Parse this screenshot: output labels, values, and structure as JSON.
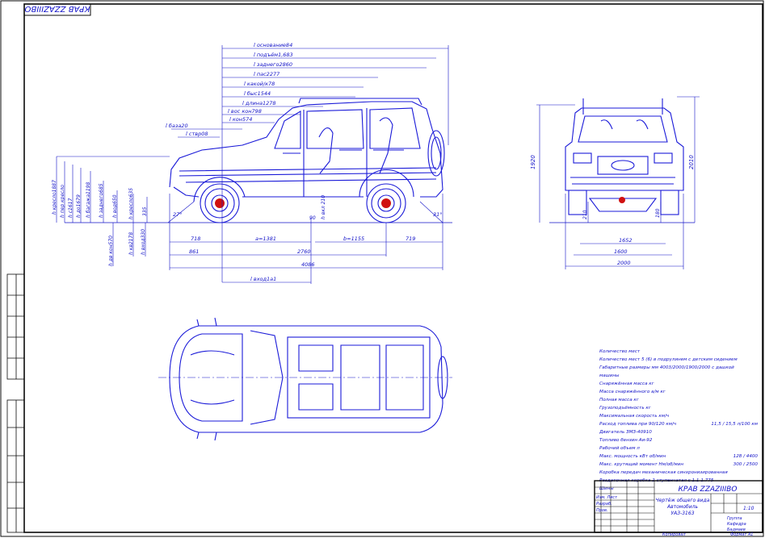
{
  "sheet": {
    "stamp_top": "КРАВ ZZAZIIIBO",
    "colors": {
      "drawing": "#1010c8",
      "frame": "#000000",
      "paper": "#ffffff"
    }
  },
  "side_view": {
    "overall_top": [
      "l основание84",
      "l подъём1,683",
      "l заднего2860",
      "l пас2277",
      "l какой/к78",
      "l быс1544",
      "l длина1278",
      "l вос кон798",
      "l кон574",
      "l база20",
      "l ствр08"
    ],
    "left_heights": [
      "h кресло1887",
      "h пер кресло",
      "h с1617",
      "h до1679",
      "h багажа1198",
      "h заднего685",
      "h вод650",
      "h кресло635",
      "335"
    ],
    "lower_left": [
      "h дв кон570",
      "h кв2178",
      "h вход330"
    ],
    "angles": [
      "27°",
      "31°"
    ],
    "clearances": [
      "90",
      "h вкл 210"
    ],
    "bottom_row1": [
      "718",
      "a=1381",
      "b=1155",
      "719"
    ],
    "bottom_row2": [
      "861",
      "2760"
    ],
    "overall_length": "4086",
    "bottom_extra": "l вход1а1"
  },
  "front_view": {
    "height_left": "1920",
    "height_right": "2010",
    "ground_left": "210",
    "ground_right": "180",
    "track_1": "1652",
    "track_2": "1600",
    "width": "2000"
  },
  "specs": {
    "lines": [
      "Количество мест",
      "Количество мест 5 (6) в подрулинем с детским сидением",
      "Габаритные размеры мм 4003/2000/1900/2000 с дашкой",
      "машины",
      "Снаряжённая масса кг",
      "Масса снаряжённого а/м кг",
      "Полная масса кг",
      "Грузоподъёмность кг",
      "Максимальная скорость км/ч",
      "Расход топлива при 90/120 км/ч",
      "Двигатель ЗМЗ-40910",
      "Топливо бензин Аи-92",
      "Рабочий объем л",
      "Макс. мощность кВт об/мин",
      "Макс. крутящий момент Нм/об/мин",
      "Коробка передач механическая синхронизированная",
      "Раздаточная коробка 2-ступенчатая с 1.1-1.775",
      "Шины"
    ],
    "values": [
      {
        "row": 9,
        "text": "11,5 / 15,5 л/100 км"
      },
      {
        "row": 13,
        "text": "128 / 4400"
      },
      {
        "row": 14,
        "text": "300 / 2500"
      }
    ]
  },
  "title_block": {
    "title": "КРАВ ZZAZIIIBO",
    "doc_name": [
      "Чертёж общего вида",
      "Автомобиль",
      "УАЗ-3163"
    ],
    "sheet_no": "1:10",
    "left_rows": [
      "Изм. Лист",
      "Разраб.",
      "Пров."
    ],
    "stamp": [
      "Группа",
      "Кафедра",
      "Бадмаев"
    ],
    "bottom_left": "Копировал",
    "bottom_right": "Формат А1"
  }
}
